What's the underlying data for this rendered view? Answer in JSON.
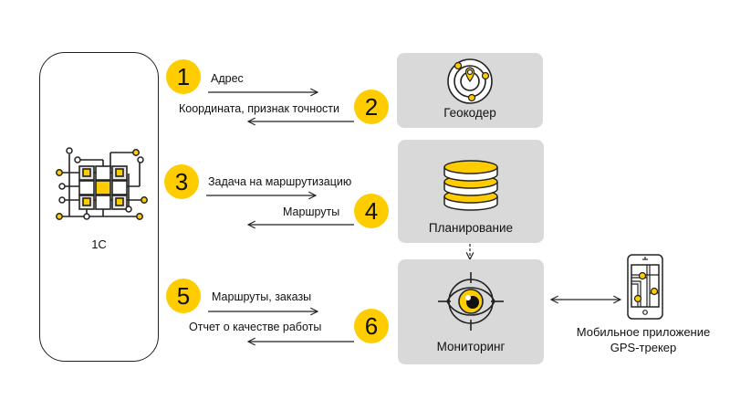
{
  "colors": {
    "accent": "#ffcc00",
    "box": "#d9d9d9",
    "stroke": "#222222"
  },
  "source_system": {
    "label": "1C",
    "icon": "circuit-chip-icon"
  },
  "steps": [
    {
      "number": "1",
      "label": "Адрес",
      "direction": "right"
    },
    {
      "number": "2",
      "label": "Координата,  признак  точности",
      "direction": "left"
    },
    {
      "number": "3",
      "label": "Задача на маршрутизацию",
      "direction": "right"
    },
    {
      "number": "4",
      "label": "Маршруты",
      "direction": "left"
    },
    {
      "number": "5",
      "label": "Маршруты,  заказы",
      "direction": "right"
    },
    {
      "number": "6",
      "label": "Отчет о качестве работы",
      "direction": "left"
    }
  ],
  "services": [
    {
      "label": "Геокодер",
      "icon": "radar-pin-icon"
    },
    {
      "label": "Планирование",
      "icon": "database-stack-icon"
    },
    {
      "label": "Мониторинг",
      "icon": "eye-target-icon"
    }
  ],
  "mobile": {
    "line1": "Мобильное  приложение",
    "line2": "GPS-трекер",
    "icon": "smartphone-map-icon"
  }
}
